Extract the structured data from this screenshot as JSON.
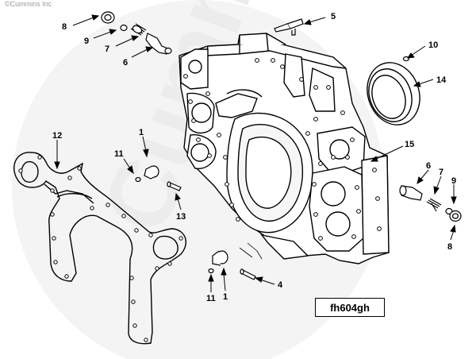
{
  "copyright": "©Cummins Inc",
  "watermark": "Cummins",
  "drawing_code": "fh604gh",
  "callouts": [
    {
      "id": "c8a",
      "label": "8"
    },
    {
      "id": "c9a",
      "label": "9"
    },
    {
      "id": "c7a",
      "label": "7"
    },
    {
      "id": "c6a",
      "label": "6"
    },
    {
      "id": "c5",
      "label": "5"
    },
    {
      "id": "c10",
      "label": "10"
    },
    {
      "id": "c14",
      "label": "14"
    },
    {
      "id": "c12",
      "label": "12"
    },
    {
      "id": "c1a",
      "label": "1"
    },
    {
      "id": "c11a",
      "label": "11"
    },
    {
      "id": "c13",
      "label": "13"
    },
    {
      "id": "c15",
      "label": "15"
    },
    {
      "id": "c6b",
      "label": "6"
    },
    {
      "id": "c7b",
      "label": "7"
    },
    {
      "id": "c9b",
      "label": "9"
    },
    {
      "id": "c8b",
      "label": "8"
    },
    {
      "id": "c1b",
      "label": "1"
    },
    {
      "id": "c11b",
      "label": "11"
    },
    {
      "id": "c4",
      "label": "4"
    }
  ]
}
